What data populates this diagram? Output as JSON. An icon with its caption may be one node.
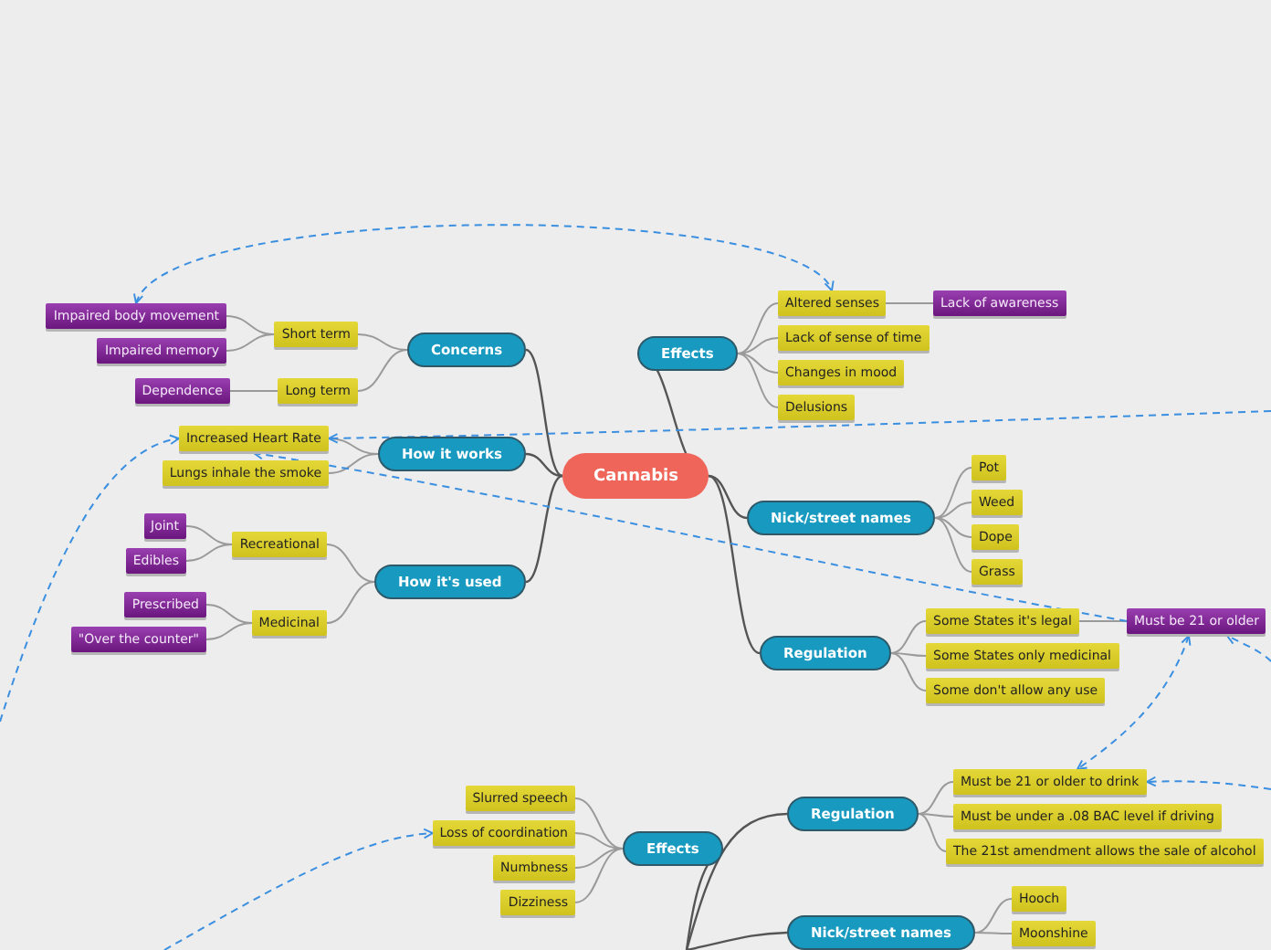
{
  "diagram": {
    "nodes": [
      {
        "text": [
          "Cannabis"
        ]
      },
      {
        "text": [
          "Concerns"
        ]
      },
      {
        "text": [
          "Short term"
        ]
      },
      {
        "text": [
          "Impaired body movement"
        ]
      },
      {
        "text": [
          "Impaired memory"
        ]
      },
      {
        "text": [
          "Long term"
        ]
      },
      {
        "text": [
          "Dependence"
        ]
      },
      {
        "text": [
          "How it works"
        ]
      },
      {
        "text": [
          "Increased Heart Rate"
        ]
      },
      {
        "text": [
          "Lungs inhale the smoke"
        ]
      },
      {
        "text": [
          "How it's used"
        ]
      },
      {
        "text": [
          "Recreational"
        ]
      },
      {
        "text": [
          "Joint"
        ]
      },
      {
        "text": [
          "Edibles"
        ]
      },
      {
        "text": [
          "Medicinal"
        ]
      },
      {
        "text": [
          "Prescribed"
        ]
      },
      {
        "text": [
          "\"Over the counter\""
        ]
      },
      {
        "text": [
          "Effects"
        ]
      },
      {
        "text": [
          "Altered senses"
        ]
      },
      {
        "text": [
          "Lack of awareness"
        ]
      },
      {
        "text": [
          "Lack of sense of time"
        ]
      },
      {
        "text": [
          "Changes in mood"
        ]
      },
      {
        "text": [
          "Delusions"
        ]
      },
      {
        "text": [
          "Nick/street names"
        ]
      },
      {
        "text": [
          "Pot"
        ]
      },
      {
        "text": [
          "Weed"
        ]
      },
      {
        "text": [
          "Dope"
        ]
      },
      {
        "text": [
          "Grass"
        ]
      },
      {
        "text": [
          "Regulation"
        ]
      },
      {
        "text": [
          "Some States it's legal"
        ]
      },
      {
        "text": [
          "Must be 21 or older"
        ]
      },
      {
        "text": [
          "Some States only medicinal"
        ]
      },
      {
        "text": [
          "Some don't allow any use"
        ]
      },
      {
        "text": [
          "Effects"
        ]
      },
      {
        "text": [
          "Slurred speech"
        ]
      },
      {
        "text": [
          "Loss of coordination"
        ]
      },
      {
        "text": [
          "Numbness"
        ]
      },
      {
        "text": [
          "Dizziness"
        ]
      },
      {
        "text": [
          "Regulation"
        ]
      },
      {
        "text": [
          "Must be 21 or older to drink"
        ]
      },
      {
        "text": [
          "Must be under a .08 BAC level if driving"
        ]
      },
      {
        "text": [
          "The 21st amendment allows the sale of alcohol"
        ]
      },
      {
        "text": [
          "Nick/street names"
        ]
      },
      {
        "text": [
          "Hooch"
        ]
      },
      {
        "text": [
          "Moonshine"
        ]
      }
    ],
    "edges": [
      {
        "from": 0,
        "to": 1,
        "arrow": "none",
        "color": "#555555"
      },
      {
        "from": 0,
        "to": 7,
        "arrow": "none",
        "color": "#555555"
      },
      {
        "from": 0,
        "to": 10,
        "arrow": "none",
        "color": "#555555"
      },
      {
        "from": 0,
        "to": 17,
        "arrow": "none",
        "color": "#555555"
      },
      {
        "from": 0,
        "to": 23,
        "arrow": "none",
        "color": "#555555"
      },
      {
        "from": 0,
        "to": 28,
        "arrow": "none",
        "color": "#555555"
      },
      {
        "from": 1,
        "to": 2,
        "arrow": "none"
      },
      {
        "from": 1,
        "to": 5,
        "arrow": "none"
      },
      {
        "from": 2,
        "to": 3,
        "arrow": "none"
      },
      {
        "from": 2,
        "to": 4,
        "arrow": "none"
      },
      {
        "from": 5,
        "to": 6,
        "arrow": "none"
      },
      {
        "from": 7,
        "to": 8,
        "arrow": "none"
      },
      {
        "from": 7,
        "to": 9,
        "arrow": "none"
      },
      {
        "from": 10,
        "to": 11,
        "arrow": "none"
      },
      {
        "from": 10,
        "to": 14,
        "arrow": "none"
      },
      {
        "from": 11,
        "to": 12,
        "arrow": "none"
      },
      {
        "from": 11,
        "to": 13,
        "arrow": "none"
      },
      {
        "from": 14,
        "to": 15,
        "arrow": "none"
      },
      {
        "from": 14,
        "to": 16,
        "arrow": "none"
      },
      {
        "from": 17,
        "to": 18,
        "arrow": "none"
      },
      {
        "from": 17,
        "to": 20,
        "arrow": "none"
      },
      {
        "from": 17,
        "to": 21,
        "arrow": "none"
      },
      {
        "from": 17,
        "to": 22,
        "arrow": "none"
      },
      {
        "from": 18,
        "to": 19,
        "arrow": "none"
      },
      {
        "from": 23,
        "to": 24,
        "arrow": "none"
      },
      {
        "from": 23,
        "to": 25,
        "arrow": "none"
      },
      {
        "from": 23,
        "to": 26,
        "arrow": "none"
      },
      {
        "from": 23,
        "to": 27,
        "arrow": "none"
      },
      {
        "from": 28,
        "to": 29,
        "arrow": "none"
      },
      {
        "from": 28,
        "to": 31,
        "arrow": "none"
      },
      {
        "from": 28,
        "to": 32,
        "arrow": "none"
      },
      {
        "from": 29,
        "to": 30,
        "arrow": "none"
      },
      {
        "from": null,
        "to": 33,
        "arrow": "none",
        "color": "#555555"
      },
      {
        "from": null,
        "to": 38,
        "arrow": "none",
        "color": "#555555"
      },
      {
        "from": null,
        "to": 42,
        "arrow": "none",
        "color": "#555555"
      },
      {
        "from": 33,
        "to": 34,
        "arrow": "none"
      },
      {
        "from": 33,
        "to": 35,
        "arrow": "none"
      },
      {
        "from": 33,
        "to": 36,
        "arrow": "none"
      },
      {
        "from": 33,
        "to": 37,
        "arrow": "none"
      },
      {
        "from": 38,
        "to": 39,
        "arrow": "none"
      },
      {
        "from": 38,
        "to": 40,
        "arrow": "none"
      },
      {
        "from": 38,
        "to": 41,
        "arrow": "none"
      },
      {
        "from": 42,
        "to": 43,
        "arrow": "none"
      },
      {
        "from": 42,
        "to": 44,
        "arrow": "none"
      },
      {
        "from": 3,
        "to": 18,
        "arrow": "both",
        "style": "dashed",
        "color": "#3b8fe0"
      },
      {
        "from": null,
        "to": 8,
        "arrow": "to",
        "style": "dashed",
        "color": "#3b8fe0"
      },
      {
        "from": 30,
        "to": 8,
        "arrow": "to",
        "style": "dashed",
        "color": "#3b8fe0"
      },
      {
        "from": null,
        "to": 8,
        "arrow": "to",
        "style": "dashed",
        "color": "#3b8fe0"
      },
      {
        "from": null,
        "to": 35,
        "arrow": "to",
        "style": "dashed",
        "color": "#3b8fe0"
      },
      {
        "from": 30,
        "to": 39,
        "arrow": "both",
        "style": "dashed",
        "color": "#3b8fe0"
      },
      {
        "from": null,
        "to": 30,
        "arrow": "to",
        "style": "dashed",
        "color": "#3b8fe0"
      },
      {
        "from": null,
        "to": 39,
        "arrow": "to",
        "style": "dashed",
        "color": "#3b8fe0"
      }
    ]
  }
}
